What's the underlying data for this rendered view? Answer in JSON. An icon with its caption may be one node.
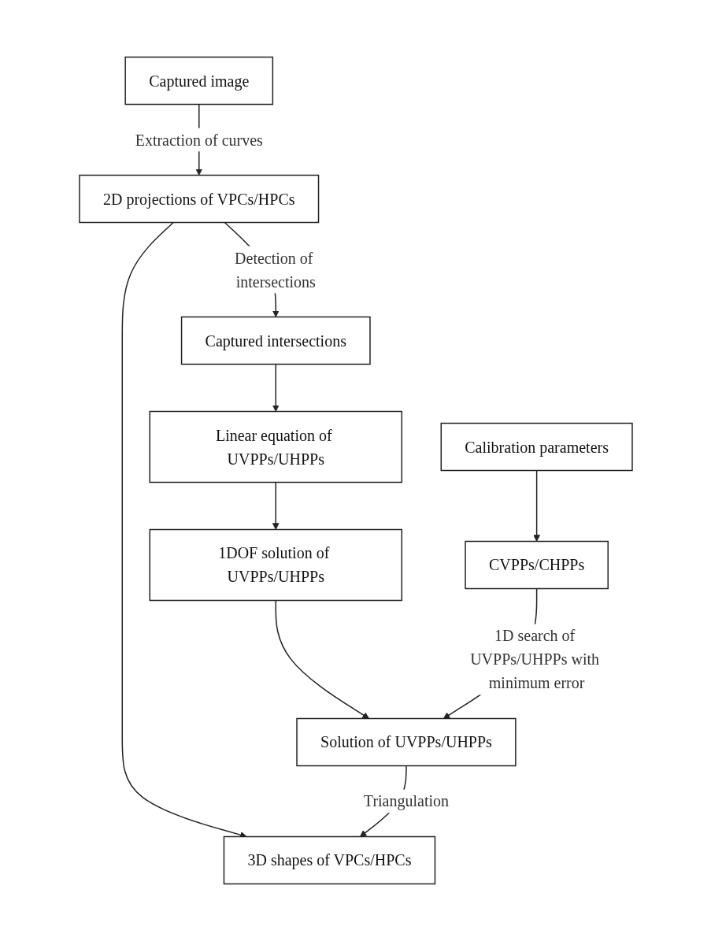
{
  "diagram": {
    "nodes": [
      {
        "text": [
          "Captured image"
        ]
      },
      {
        "text": [
          "2D projections of VPCs/HPCs"
        ]
      },
      {
        "text": [
          "Captured intersections"
        ]
      },
      {
        "text": [
          "Linear equation of UVPPs/UHPPs"
        ]
      },
      {
        "text": [
          "Calibration parameters"
        ]
      },
      {
        "text": [
          "1DOF solution of UVPPs/UHPPs"
        ]
      },
      {
        "text": [
          "CVPPs/CHPPs"
        ]
      },
      {
        "text": [
          "Solution of UVPPs/UHPPs"
        ]
      },
      {
        "text": [
          "3D shapes of VPCs/HPCs"
        ]
      }
    ],
    "edges": [
      {
        "from": 0,
        "to": 1,
        "arrow": "to",
        "label": "Extraction of curves"
      },
      {
        "from": 1,
        "to": 2,
        "arrow": "to",
        "label": "Detection of intersections"
      },
      {
        "from": 2,
        "to": 3,
        "arrow": "to"
      },
      {
        "from": 3,
        "to": 5,
        "arrow": "to"
      },
      {
        "from": 4,
        "to": 6,
        "arrow": "to"
      },
      {
        "from": 5,
        "to": 7,
        "arrow": "to"
      },
      {
        "from": 6,
        "to": 7,
        "arrow": "to",
        "label": "1D search of UVPPs/UHPPs with minimum error"
      },
      {
        "from": 1,
        "to": 8,
        "arrow": "to"
      },
      {
        "from": 7,
        "to": 8,
        "arrow": "to",
        "label": "Triangulation"
      }
    ]
  }
}
